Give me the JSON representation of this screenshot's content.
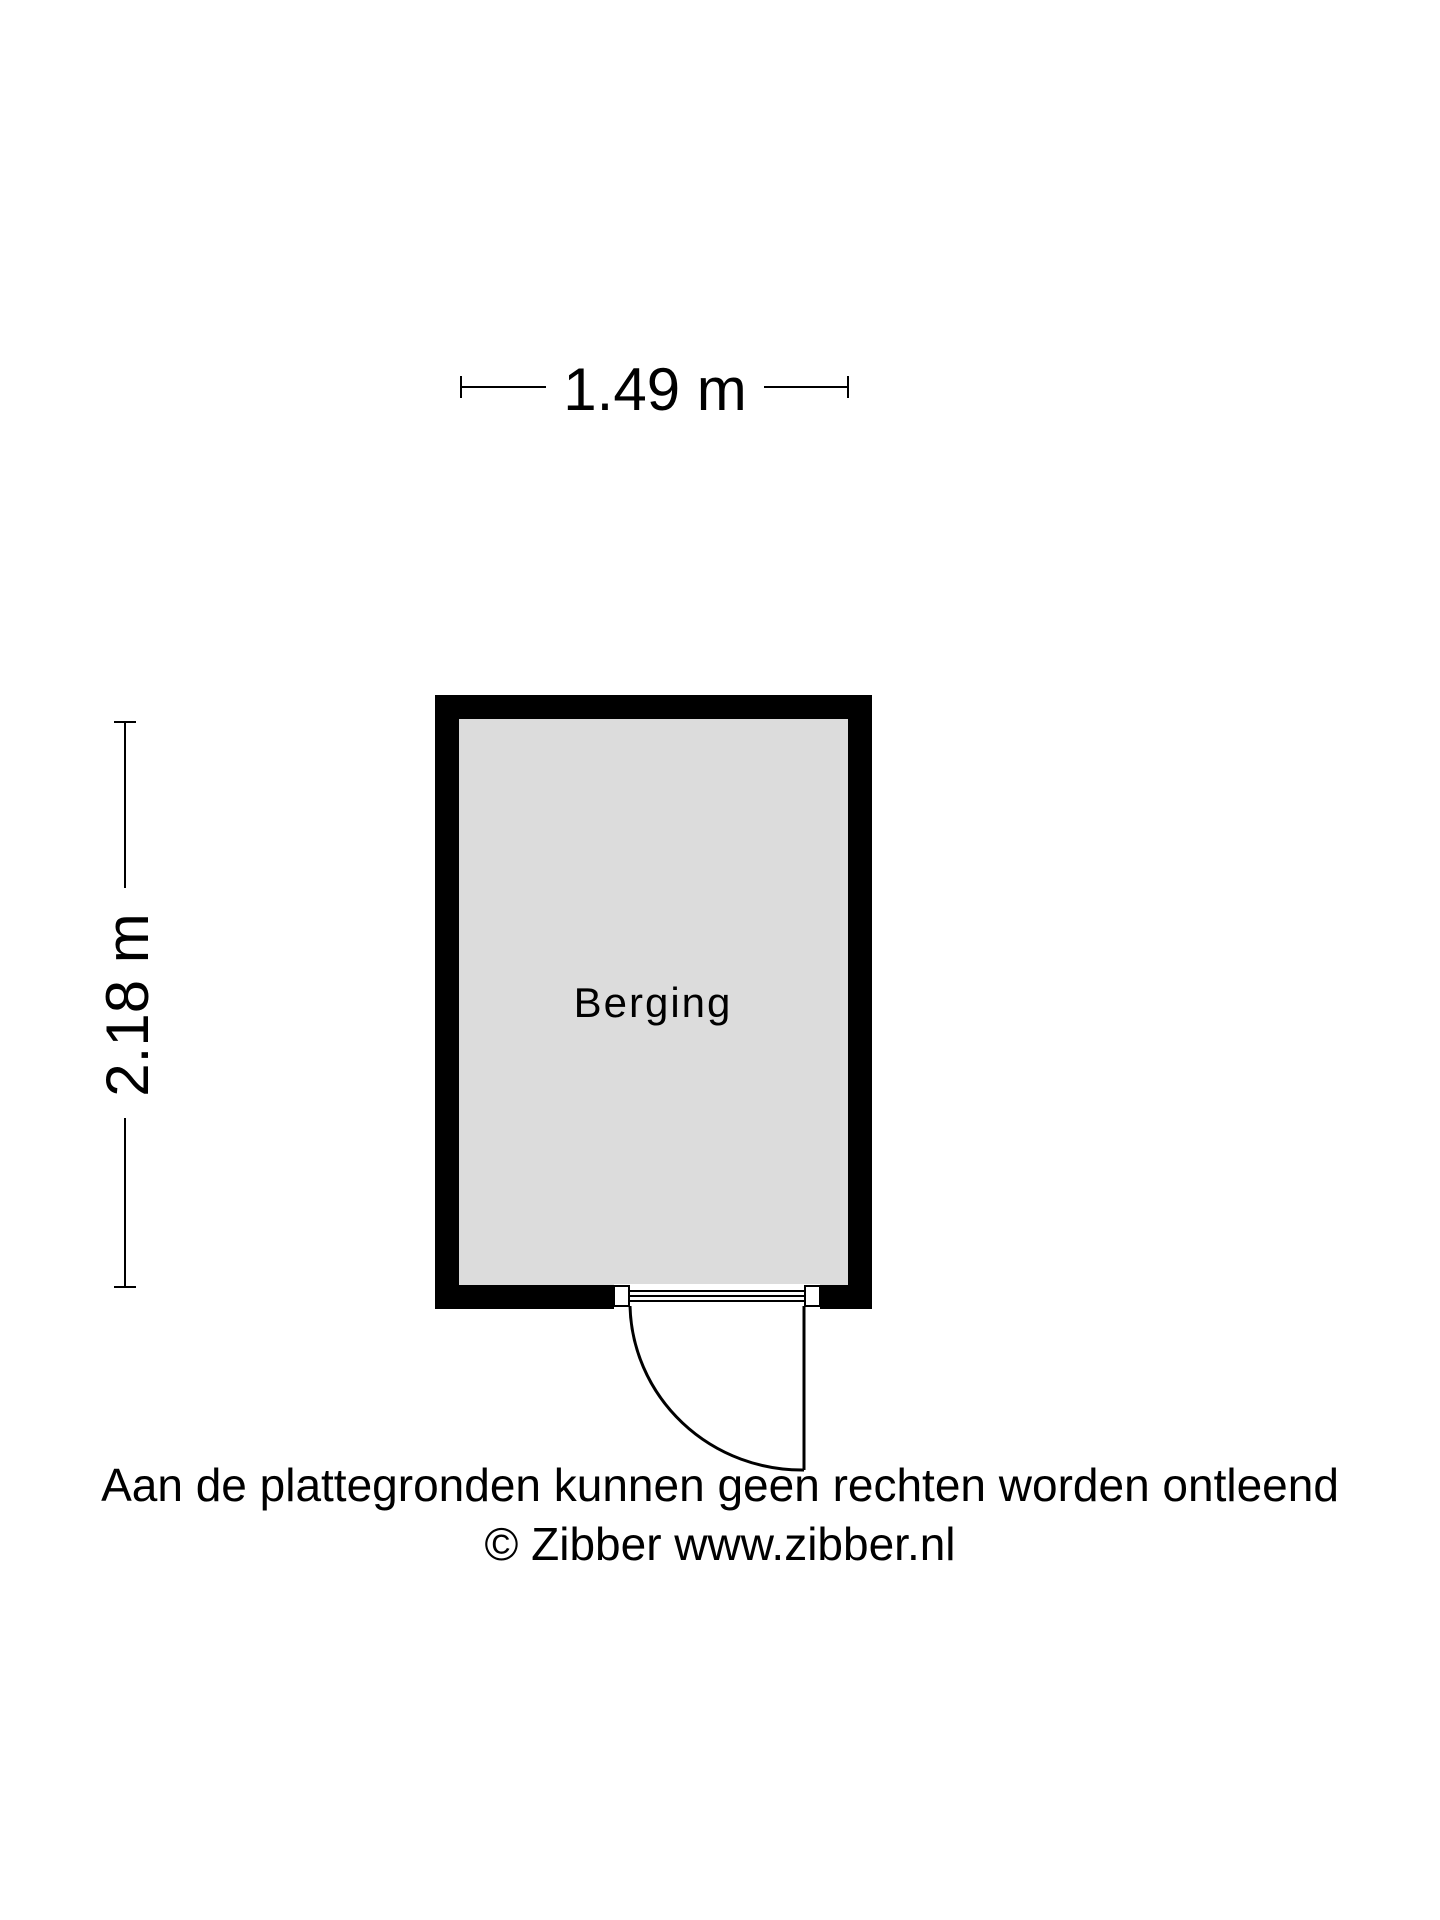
{
  "dimensions": {
    "width_label": "1.49 m",
    "height_label": "2.18 m"
  },
  "room": {
    "name": "Berging"
  },
  "footer": {
    "disclaimer": "Aan de plattegronden kunnen geen rechten worden ontleend",
    "copyright": "© Zibber www.zibber.nl"
  },
  "colors": {
    "wall": "#000000",
    "floor": "#dcdcdc",
    "background": "#ffffff"
  }
}
